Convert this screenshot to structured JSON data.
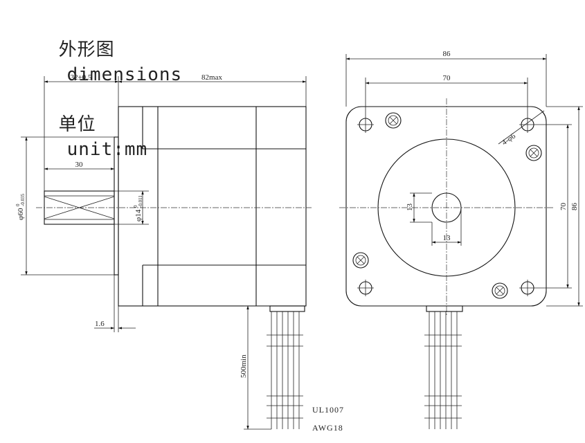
{
  "title": {
    "cn_outline": "外形图",
    "dimensions": "dimensions",
    "cn_unit": "单位",
    "unit": "unit:mm"
  },
  "side_view": {
    "flange_length": "32±0.5",
    "body_length": "82max",
    "shaft_length": "30",
    "boss_diameter": "φ60",
    "boss_diameter_tol_upper": "0",
    "boss_diameter_tol_lower": "-0.035",
    "shaft_diameter": "φ14",
    "shaft_diameter_tol_upper": "0",
    "shaft_diameter_tol_lower": "-0.011",
    "boss_height": "1.6",
    "lead_length": "500min",
    "wire_type": "UL1007",
    "wire_gauge": "AWG18"
  },
  "front_view": {
    "overall_width": "86",
    "hole_spacing": "70",
    "hole_callout": "4-φ6",
    "shaft_flat_v": "13",
    "shaft_flat_h": "13",
    "hole_spacing_v": "70",
    "overall_height": "86"
  }
}
